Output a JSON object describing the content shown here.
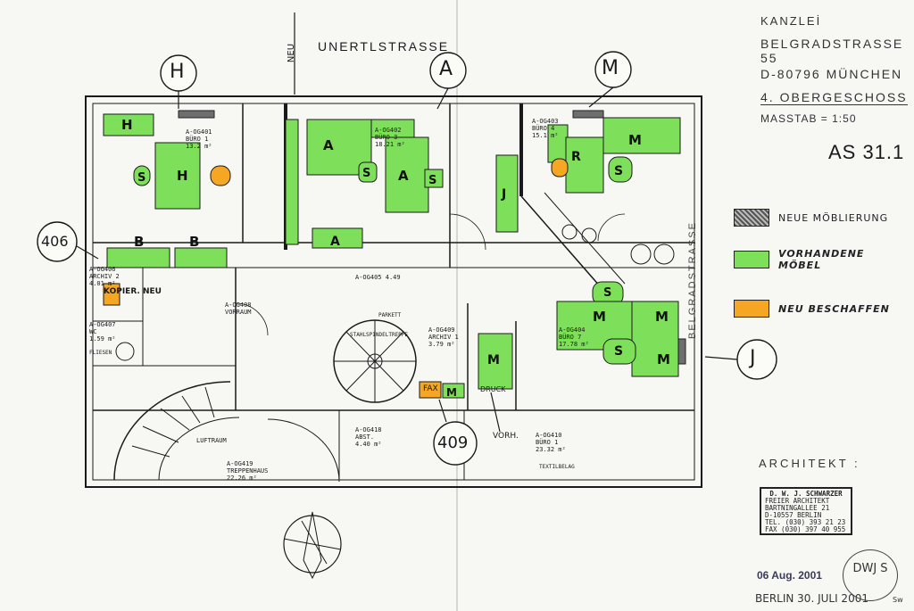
{
  "title_block": {
    "office": "KANZLEİ",
    "street": "BELGRADSTRASSE 55",
    "city": "D-80796  MÜNCHEN",
    "floor": "4. OBERGESCHOSS",
    "scale": "MASSTAB = 1:50",
    "sheet": "AS 31.1"
  },
  "legend": [
    {
      "label": "NEUE MÖBLIERUNG",
      "color": "#6e6e6e"
    },
    {
      "label": "VORHANDENE MÖBEL",
      "color": "#7ee05a"
    },
    {
      "label": "NEU BESCHAFFEN",
      "color": "#f5a623"
    }
  ],
  "colors": {
    "existing": "#7ee05a",
    "new_buy": "#f5a623",
    "new_furniture": "#6e6e6e",
    "ink": "#1a1a1a"
  },
  "streets": {
    "top": "UNERTLSTRASSE",
    "right": "BELGRADSTRASSE"
  },
  "architect": {
    "heading": "ARCHITEKT :",
    "lines": [
      "D. W. J. SCHWARZER",
      "FREIER ARCHITEKT",
      "BARTNINGALLEE 21",
      "D-10557 BERLIN",
      "TEL. (030) 393 21 23",
      "FAX (030) 397 40 955"
    ]
  },
  "dates": {
    "stamp_date": "06 Aug. 2001",
    "signed": "BERLIN 30. JULI  2001",
    "initials_mark": "Sw"
  },
  "monogram": "DWJ S",
  "callouts": [
    {
      "id": "H",
      "label": "H"
    },
    {
      "id": "A",
      "label": "A"
    },
    {
      "id": "M",
      "label": "M"
    },
    {
      "id": "406",
      "label": "406"
    },
    {
      "id": "J",
      "label": "J"
    },
    {
      "id": "409",
      "label": "409"
    }
  ],
  "annotations": {
    "neu_top": "NEU",
    "kopier": "KOPIER. NEU",
    "vorh": "VORH.",
    "fax": "FAX",
    "druck": "DRUCK"
  },
  "rooms": [
    {
      "id": "A-OG401",
      "name": "BÜRO 1",
      "area": "13.2 m²"
    },
    {
      "id": "A-OG402",
      "name": "BÜRO 3",
      "area": "18.21 m²"
    },
    {
      "id": "A-OG403",
      "name": "BÜRO 4",
      "area": "15.1 m²"
    },
    {
      "id": "A-OG404",
      "name": "BÜRO 7",
      "area": "17.78 m²"
    },
    {
      "id": "A-OG405",
      "name": "",
      "area": "4.49"
    },
    {
      "id": "A-OG406",
      "name": "ARCHIV 2",
      "area": "4.01 m²"
    },
    {
      "id": "A-OG407",
      "name": "WC",
      "area": "1.59 m²"
    },
    {
      "id": "A-OG408",
      "name": "VORRAUM",
      "area": ""
    },
    {
      "id": "A-OG409",
      "name": "ARCHIV 1",
      "area": "3.79 m²"
    },
    {
      "id": "A-OG410",
      "name": "BÜRO 1",
      "area": "23.32 m²"
    },
    {
      "id": "A-OG418",
      "name": "ABST.",
      "area": "4.40 m²"
    },
    {
      "id": "A-OG419",
      "name": "TREPPENHAUS",
      "area": "22.26 m²"
    }
  ],
  "misc_labels": {
    "luftraum": "LUFTRAUM",
    "spindel": "STAHLSPINDELTREPPE",
    "textilbelag": "TEXTILBELAG",
    "parkett": "PARKETT",
    "fliesen": "FLIESEN"
  },
  "furniture": [
    {
      "label": "H",
      "kind": "existing"
    },
    {
      "label": "S",
      "kind": "existing"
    },
    {
      "label": "A",
      "kind": "existing"
    },
    {
      "label": "B",
      "kind": "existing"
    },
    {
      "label": "M",
      "kind": "existing"
    },
    {
      "label": "J",
      "kind": "existing"
    },
    {
      "label": "R",
      "kind": "existing"
    }
  ]
}
